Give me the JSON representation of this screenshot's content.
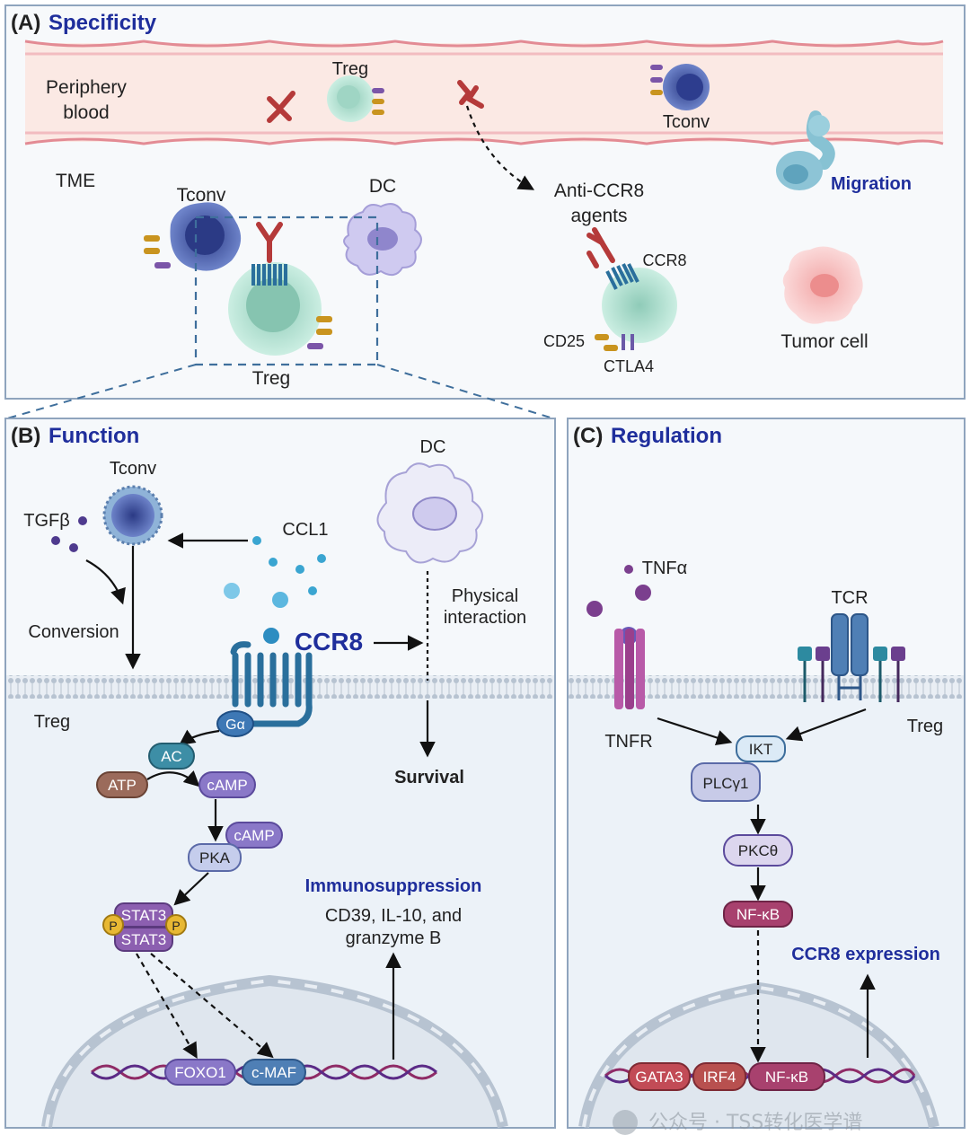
{
  "panel_a": {
    "letter": "(A)",
    "title": "Specificity",
    "periphery_blood": [
      "Periphery",
      "blood"
    ],
    "treg_blood": "Treg",
    "tconv_blood": "Tconv",
    "tme": "TME",
    "tconv_tme": "Tconv",
    "dc": "DC",
    "treg_tme": "Treg",
    "anti_ccr8": [
      "Anti-CCR8",
      "agents"
    ],
    "ccr8": "CCR8",
    "cd25": "CD25",
    "ctla4": "CTLA4",
    "migration": "Migration",
    "tumor_cell": "Tumor cell"
  },
  "panel_b": {
    "letter": "(B)",
    "title": "Function",
    "tconv": "Tconv",
    "dc": "DC",
    "tgfb": "TGFβ",
    "ccl1": "CCL1",
    "conversion": "Conversion",
    "ccr8": "CCR8",
    "physical_interaction": [
      "Physical",
      "interaction"
    ],
    "treg": "Treg",
    "g_alpha": "Gα",
    "ac": "AC",
    "atp": "ATP",
    "camp1": "cAMP",
    "camp2": "cAMP",
    "pka": "PKA",
    "stat3_top": "STAT3",
    "stat3_bottom": "STAT3",
    "p": "P",
    "survival": "Survival",
    "immunosuppression": "Immunosuppression",
    "effectors": [
      "CD39, IL-10, and",
      "granzyme B"
    ],
    "foxo1": "FOXO1",
    "cmaf": "c-MAF"
  },
  "panel_c": {
    "letter": "(C)",
    "title": "Regulation",
    "tnfa": "TNFα",
    "tcr": "TCR",
    "tnfr": "TNFR",
    "treg": "Treg",
    "ikt": "IKT",
    "plcg1": "PLCγ1",
    "pkct": "PKCθ",
    "nfkb": "NF-κB",
    "ccr8_expression": "CCR8 expression",
    "gata3": "GATA3",
    "irf4": "IRF4",
    "nfkb_dna": "NF-κB"
  },
  "watermark": "公众号 · TSS转化医学谱",
  "colors": {
    "title_blue": "#1f2e9c",
    "panel_border": "#8fa4bd",
    "vessel": "#fbe9e4",
    "vessel_edge": "#e38b94",
    "treg_cell": "#bfe6d9",
    "tconv_cell": "#3b4f9c",
    "dc_cell": "#c6c1ea",
    "ccr8_receptor": "#2a6f9c",
    "membrane": "#b9c6d4"
  }
}
